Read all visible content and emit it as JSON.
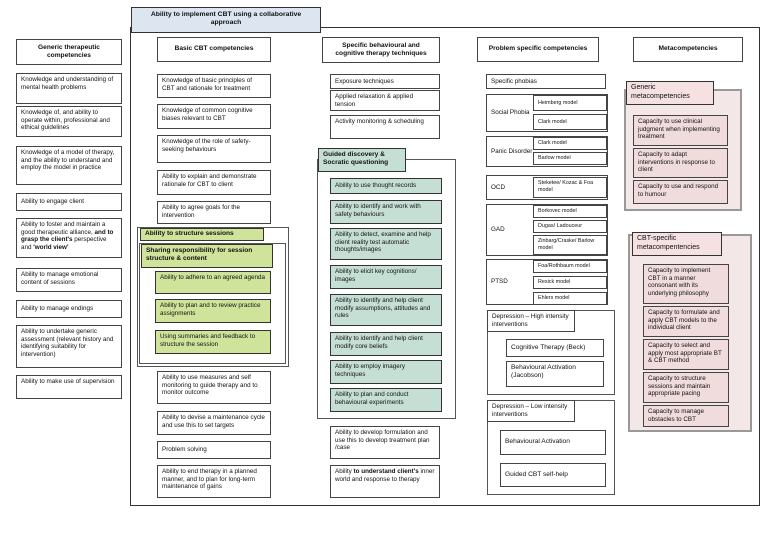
{
  "title": "Ability to implement CBT using a collaborative approach",
  "generic": {
    "header": "Generic therapeutic competencies",
    "items": [
      "Knowledge and understanding of mental health problems",
      "Knowledge of, and ability to operate within, professional and ethical guidelines",
      "Knowledge of a model of therapy, and the ability to understand and employ the model in practice",
      "Ability to engage client",
      "Ability to manage emotional content of sessions",
      "Ability to manage endings",
      "Ability to undertake generic assessment (relevant history and identifying suitability for intervention)",
      "Ability to make use of supervision"
    ],
    "alliance": {
      "part1": "Ability to foster and maintain a good therapeutic alliance,",
      "part2": "and to grasp the client's",
      "part3": "perspective and",
      "part4": "'world view'"
    }
  },
  "basic": {
    "header": "Basic CBT competencies",
    "items_top": [
      "Knowledge of basic principles of CBT and rationale for treatment",
      "Knowledge of common cognitive biases relevant to CBT",
      "Knowledge of the role of safety-seeking behaviours",
      "Ability to explain and demonstrate rationale for CBT to client",
      "Ability to agree goals for the intervention"
    ],
    "structure_header": "Ability to structure sessions",
    "sharing_header": "Sharing responsibility for session structure & content",
    "structure_items": [
      "Ability to adhere to an agreed agenda",
      "Ability to plan and to review practice assignments",
      "Using summaries and feedback to structure the session"
    ],
    "items_bottom": [
      "Ability to use measures and self monitoring to guide therapy and to monitor outcome",
      "Ability to devise a maintenance cycle and use this to set targets",
      "Problem solving",
      "Ability to end therapy in a planned manner, and to plan for long-term maintenance of gains"
    ]
  },
  "specific": {
    "header": "Specific behavioural and cognitive therapy techniques",
    "items_top": [
      "Exposure techniques",
      "Applied relaxation & applied tension",
      "Activity monitoring & scheduling"
    ],
    "guided_header": "Guided discovery & Socratic questioning",
    "guided_items": [
      "Ability to use thought records",
      "Ability to identify and work with safety behaviours",
      "Ability to detect, examine and help client reality test automatic thoughts/images",
      "Ability to elicit key cognitions/ images",
      "Ability to identify and help client modify assumptions, attitudes and rules",
      "Ability to identify and help client modify core beliefs",
      "Ability to employ imagery techniques",
      "Ability to plan and conduct behavioural experiments"
    ],
    "formulation": "Ability to develop formulation and use this to develop treatment plan /case",
    "inner_world": {
      "part1": "Ability",
      "part2": "to understand client's",
      "part3": "inner world and response to therapy"
    }
  },
  "problem": {
    "header": "Problem specific competencies",
    "phobias": "Specific phobias",
    "social": {
      "label": "Social Phobia",
      "models": [
        "Heimberg model",
        "Clark model"
      ]
    },
    "panic": {
      "label": "Panic Disorder",
      "models": [
        "Clark model",
        "Barlow model"
      ]
    },
    "ocd": {
      "label": "OCD",
      "models": [
        "Steketee/ Kozac & Foa model"
      ]
    },
    "gad": {
      "label": "GAD",
      "models": [
        "Borkovec model",
        "Dugas/ Ladouceur",
        "Zinbarg/Craske/ Barlow model"
      ]
    },
    "ptsd": {
      "label": "PTSD",
      "models": [
        "Foa/Rothbaum model",
        "Resick model",
        "Ehlers model"
      ]
    },
    "dep_high": {
      "label": "Depression – High intensity interventions",
      "items": [
        "Cognitive Therapy (Beck)",
        "Behavioural Activation (Jacobson)"
      ]
    },
    "dep_low": {
      "label": "Depression – Low intensity interventions",
      "items": [
        "Behavioural Activation",
        "Guided CBT self-help"
      ]
    }
  },
  "meta": {
    "header": "Metacompetencies",
    "generic_header": "Generic metacompetencies",
    "generic_items": [
      "Capacity to use clinical judgment when implementing treatment",
      "Capacity to adapt interventions in response to client",
      "Capacity to use and respond to humour"
    ],
    "cbt_header": "CBT-specific metacompentencies",
    "cbt_items": [
      "Capacity to implement CBT in a manner consonant with its underlying philosophy",
      "Capacity to formulate and apply CBT models to the individual client",
      "Capacity to select and apply most appropriate BT & CBT method",
      "Capacity to structure sessions and maintain appropriate pacing",
      "Capacity to manage obstacles to CBT"
    ]
  }
}
